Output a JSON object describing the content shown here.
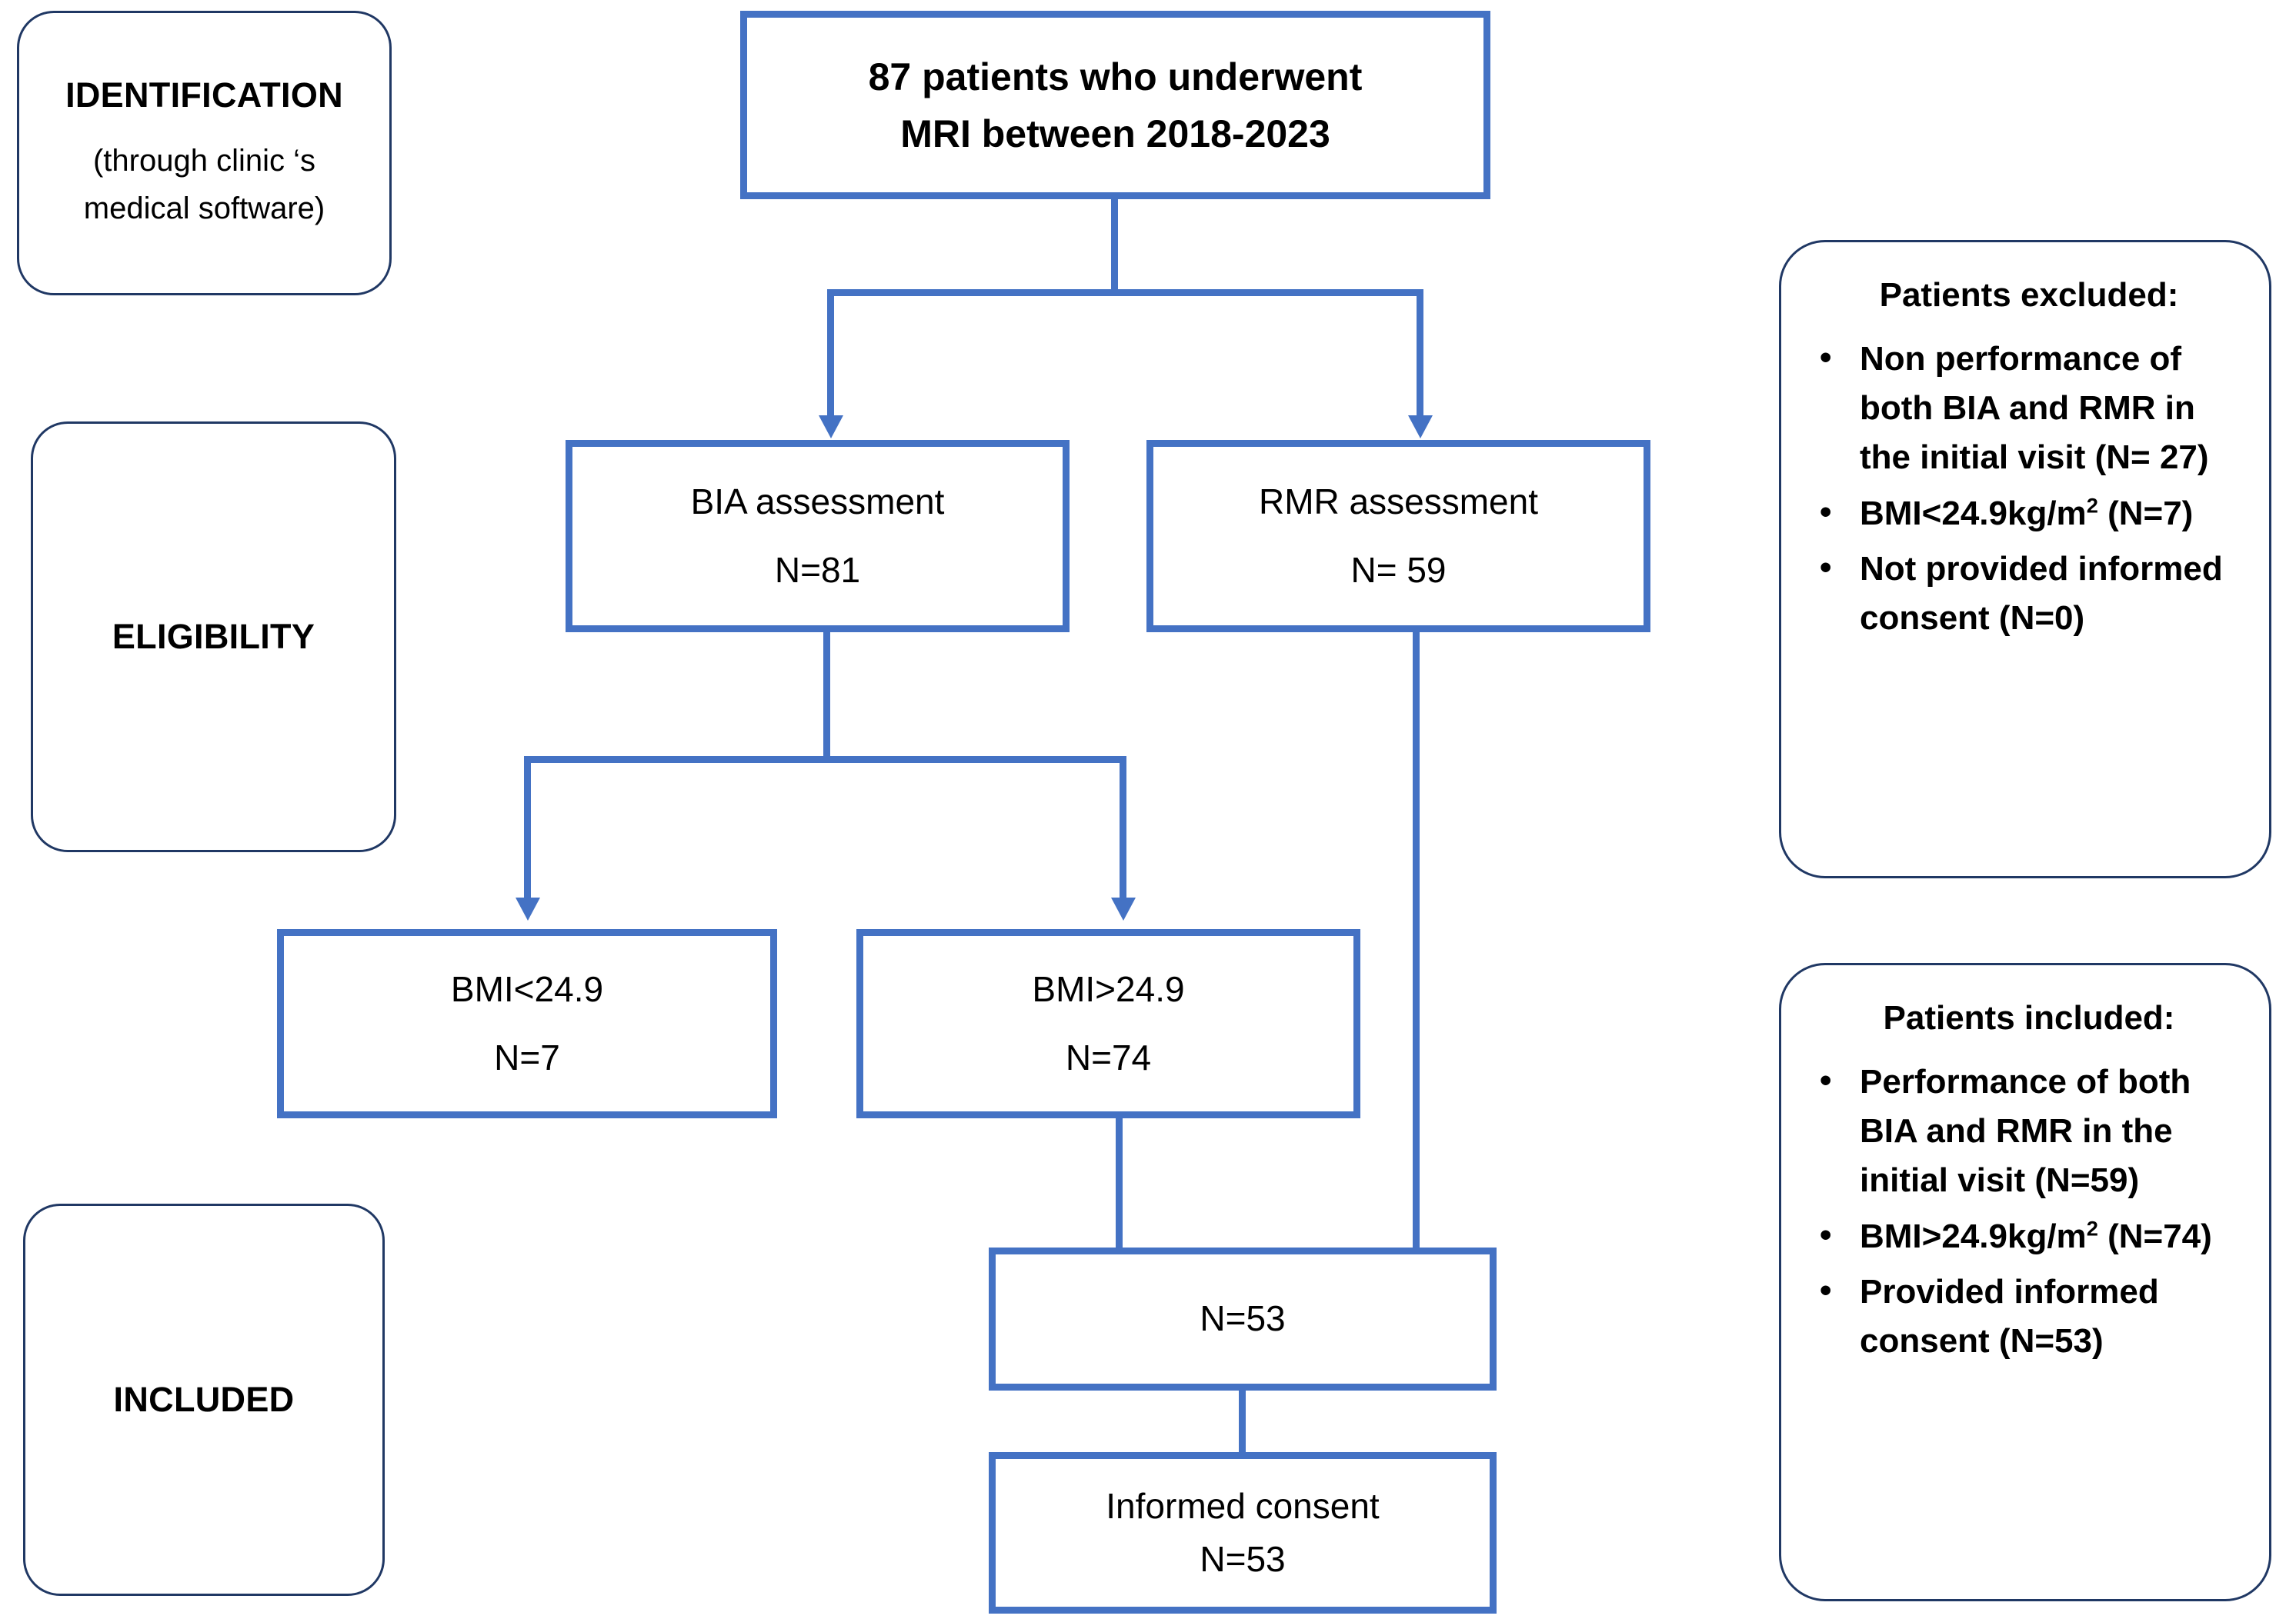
{
  "colors": {
    "box_blue": "#4472C4",
    "outline_navy": "#203864",
    "text": "#000000",
    "background": "#FFFFFF"
  },
  "stages": [
    {
      "id": "identification",
      "title": "IDENTIFICATION",
      "subtitle_line1": "(through clinic ‘s",
      "subtitle_line2": "medical software)"
    },
    {
      "id": "eligibility",
      "title": "ELIGIBILITY"
    },
    {
      "id": "included",
      "title": "INCLUDED"
    }
  ],
  "flow": {
    "source": {
      "line1": "87 patients who underwent",
      "line2": "MRI between 2018-2023"
    },
    "bia": {
      "line1": "BIA assessment",
      "line2": "N=81"
    },
    "rmr": {
      "line1": "RMR assessment",
      "line2": "N= 59"
    },
    "bmi_low": {
      "line1": "BMI<24.9",
      "line2": "N=7"
    },
    "bmi_high": {
      "line1": "BMI>24.9",
      "line2": "N=74"
    },
    "merged": {
      "line1": "N=53"
    },
    "consent": {
      "line1": "Informed consent",
      "line2": "N=53"
    }
  },
  "panels": {
    "excluded": {
      "heading": "Patients excluded:",
      "items": [
        "Non performance of both BIA and RMR in the initial visit (N= 27)",
        "BMI<24.9kg/m² (N=7)",
        "Not provided informed consent (N=0)"
      ],
      "items_parts": [
        {
          "text": "Non performance of both BIA and RMR in the initial visit (N= 27)"
        },
        {
          "pre": "BMI<24.9kg/m",
          "sup": "2",
          "post": " (N=7)"
        },
        {
          "text": "Not provided informed consent (N=0)"
        }
      ]
    },
    "included": {
      "heading": "Patients included:",
      "items": [
        "Performance of both BIA and RMR in the initial visit (N=59)",
        "BMI>24.9kg/m² (N=74)",
        "Provided informed consent (N=53)"
      ],
      "items_parts": [
        {
          "text": "Performance of both BIA and RMR in the initial visit (N=59)"
        },
        {
          "pre": "BMI>24.9kg/m",
          "sup": "2",
          "post": " (N=74)"
        },
        {
          "text": "Provided informed consent (N=53)"
        }
      ]
    }
  },
  "chart_data": {
    "type": "flowchart",
    "title": "PRISMA-style patient selection flow diagram",
    "nodes": [
      {
        "id": "source",
        "label": "87 patients who underwent MRI between 2018-2023",
        "n": 87,
        "stage": "IDENTIFICATION"
      },
      {
        "id": "bia",
        "label": "BIA assessment",
        "n": 81,
        "stage": "ELIGIBILITY"
      },
      {
        "id": "rmr",
        "label": "RMR assessment",
        "n": 59,
        "stage": "ELIGIBILITY"
      },
      {
        "id": "bmi_low",
        "label": "BMI<24.9",
        "n": 7,
        "stage": "ELIGIBILITY"
      },
      {
        "id": "bmi_high",
        "label": "BMI>24.9",
        "n": 74,
        "stage": "ELIGIBILITY"
      },
      {
        "id": "merged",
        "label": "N=53",
        "n": 53,
        "stage": "INCLUDED"
      },
      {
        "id": "consent",
        "label": "Informed consent",
        "n": 53,
        "stage": "INCLUDED"
      }
    ],
    "edges": [
      {
        "from": "source",
        "to": "bia"
      },
      {
        "from": "source",
        "to": "rmr"
      },
      {
        "from": "bia",
        "to": "bmi_low"
      },
      {
        "from": "bia",
        "to": "bmi_high"
      },
      {
        "from": "bmi_high",
        "to": "merged"
      },
      {
        "from": "rmr",
        "to": "merged"
      },
      {
        "from": "merged",
        "to": "consent"
      }
    ],
    "excluded_counts": {
      "non_performance_bia_rmr": 27,
      "bmi_under_24_9": 7,
      "no_informed_consent": 0
    },
    "included_counts": {
      "performance_bia_rmr": 59,
      "bmi_over_24_9": 74,
      "provided_informed_consent": 53
    }
  }
}
